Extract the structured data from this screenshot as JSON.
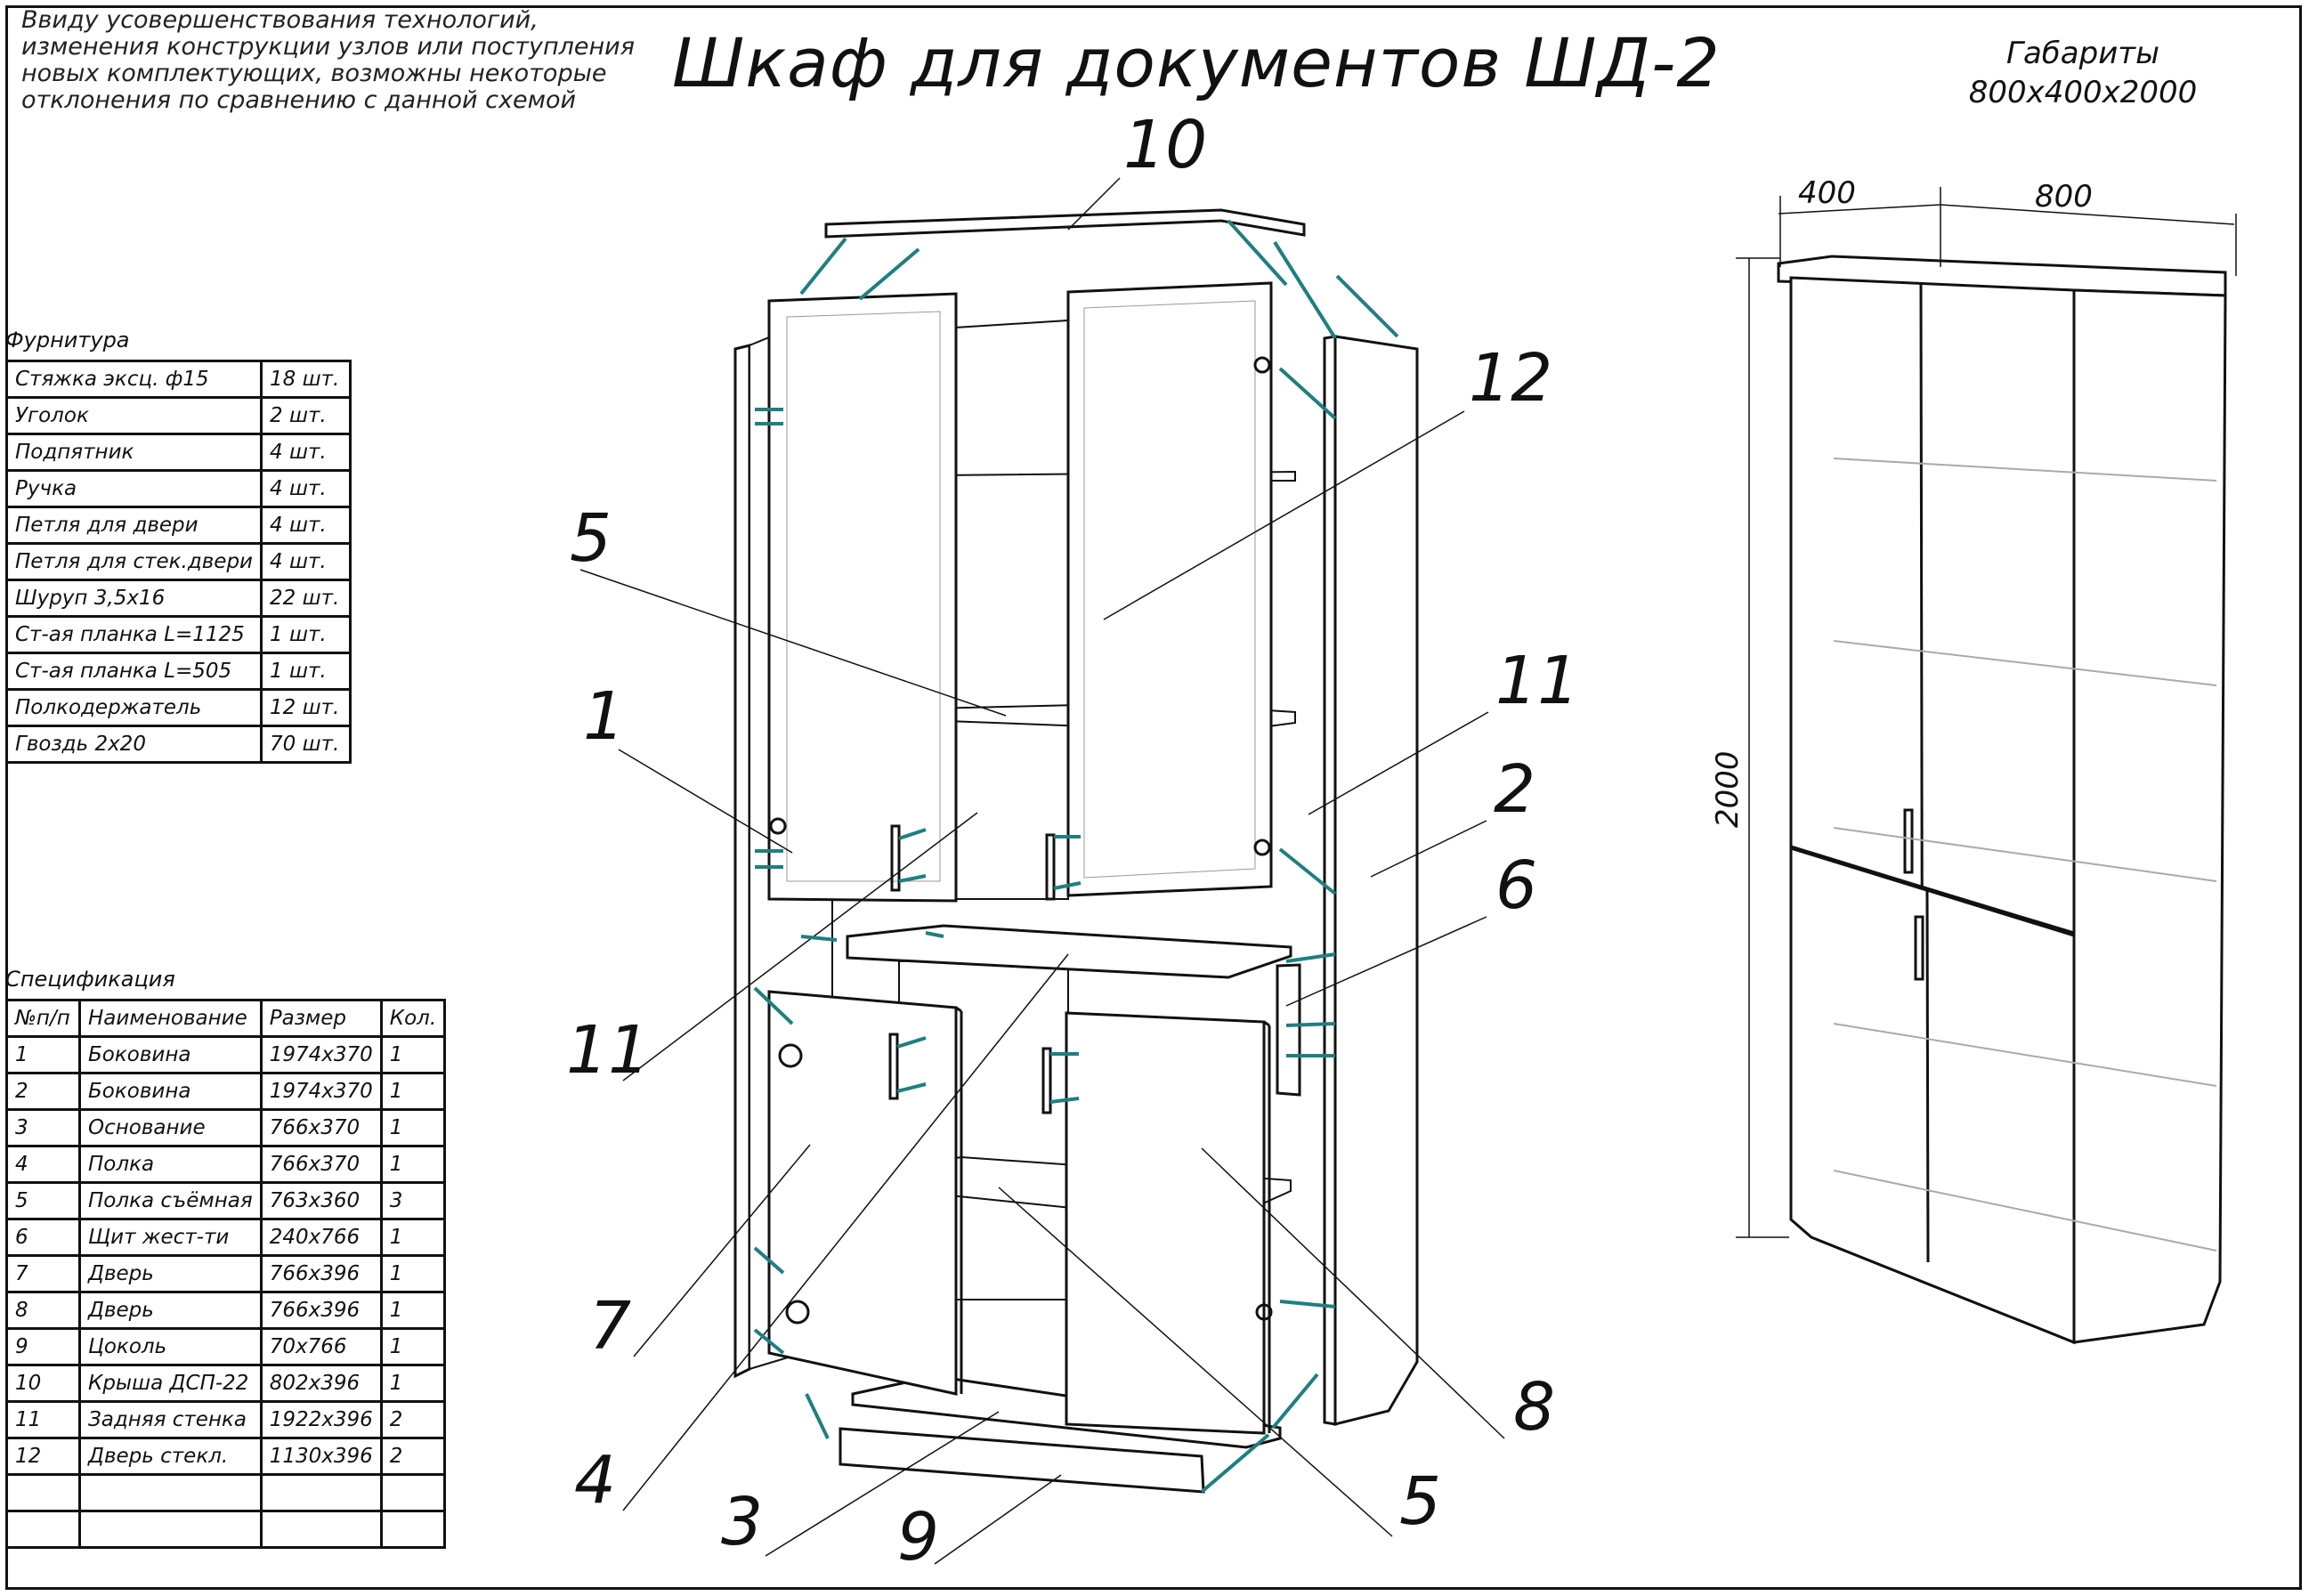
{
  "note": {
    "lines": [
      "Ввиду усовершенствования технологий,",
      "изменения конструкции узлов или поступления",
      "новых комплектующих, возможны некоторые",
      "отклонения по сравнению с данной схемой"
    ]
  },
  "title": "Шкаф для документов ШД-2",
  "dimensions": {
    "caption": "Габариты",
    "value": "800x400x2000",
    "depth": "400",
    "width": "800",
    "height": "2000"
  },
  "hardware": {
    "caption": "Фурнитура",
    "rows": [
      [
        "Стяжка эксц. ф15",
        "18 шт."
      ],
      [
        "Уголок",
        "2 шт."
      ],
      [
        "Подпятник",
        "4 шт."
      ],
      [
        "Ручка",
        "4 шт."
      ],
      [
        "Петля для двери",
        "4 шт."
      ],
      [
        "Петля для стек.двери",
        "4 шт."
      ],
      [
        "Шуруп 3,5х16",
        "22 шт."
      ],
      [
        "Ст-ая планка L=1125",
        "1 шт."
      ],
      [
        "Ст-ая планка L=505",
        "1 шт."
      ],
      [
        "Полкодержатель",
        "12 шт."
      ],
      [
        "Гвоздь 2х20",
        "70 шт."
      ]
    ]
  },
  "spec": {
    "caption": "Спецификация",
    "headers": [
      "№п/п",
      "Наименование",
      "Размер",
      "Кол."
    ],
    "rows": [
      [
        "1",
        "Боковина",
        "1974х370",
        "1"
      ],
      [
        "2",
        "Боковина",
        "1974х370",
        "1"
      ],
      [
        "3",
        "Основание",
        "766х370",
        "1"
      ],
      [
        "4",
        "Полка",
        "766х370",
        "1"
      ],
      [
        "5",
        "Полка съёмная",
        "763х360",
        "3"
      ],
      [
        "6",
        "Щит жест-ти",
        "240х766",
        "1"
      ],
      [
        "7",
        "Дверь",
        "766х396",
        "1"
      ],
      [
        "8",
        "Дверь",
        "766х396",
        "1"
      ],
      [
        "9",
        "Цоколь",
        "70х766",
        "1"
      ],
      [
        "10",
        "Крыша ДСП-22",
        "802х396",
        "1"
      ],
      [
        "11",
        "Задняя стенка",
        "1922х396",
        "2"
      ],
      [
        "12",
        "Дверь стекл.",
        "1130х396",
        "2"
      ],
      [
        "",
        "",
        "",
        ""
      ],
      [
        "",
        "",
        "",
        ""
      ]
    ]
  },
  "callouts": {
    "c10": "10",
    "c12": "12",
    "c5a": "5",
    "c11a": "11",
    "c2": "2",
    "c1": "1",
    "c6": "6",
    "c11b": "11",
    "c7": "7",
    "c8": "8",
    "c4": "4",
    "c3": "3",
    "c9": "9",
    "c5b": "5"
  },
  "colors": {
    "line": "#111111",
    "teal": "#1f7f7f"
  }
}
